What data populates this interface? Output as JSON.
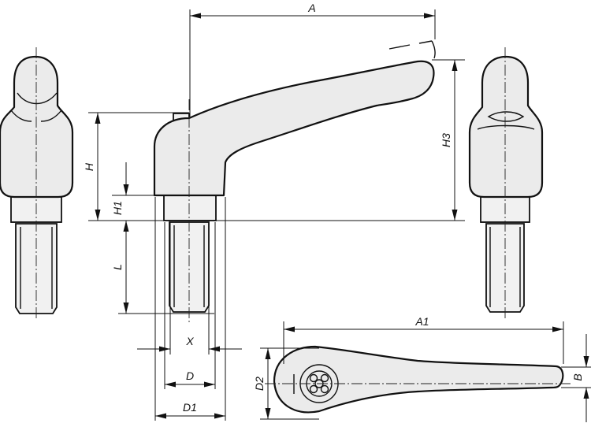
{
  "dimensions": {
    "A": "A",
    "A1": "A1",
    "H": "H",
    "H1": "H1",
    "H3": "H3",
    "L": "L",
    "X": "X",
    "D": "D",
    "D1": "D1",
    "D2": "D2",
    "B": "B"
  }
}
